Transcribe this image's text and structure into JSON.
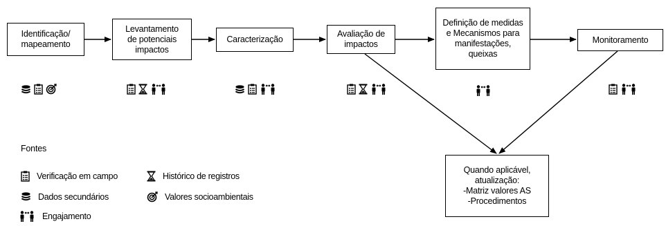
{
  "steps": [
    {
      "label": "Identificação/\nmapeamento",
      "icons": [
        "stack-icon",
        "clipboard-icon",
        "target-icon"
      ]
    },
    {
      "label": "Levantamento\nde potenciais\nimpactos",
      "icons": [
        "clipboard-icon",
        "hourglass-icon",
        "people-icon"
      ]
    },
    {
      "label": "Caracterização",
      "icons": [
        "stack-icon",
        "clipboard-icon",
        "people-icon"
      ]
    },
    {
      "label": "Avaliação de\nimpactos",
      "icons": [
        "clipboard-icon",
        "hourglass-icon",
        "people-icon"
      ]
    },
    {
      "label": "Definição de medidas\ne Mecanismos para\nmanifestações,\nqueixas",
      "icons": [
        "people-icon"
      ]
    },
    {
      "label": "Monitoramento",
      "icons": [
        "clipboard-icon",
        "people-icon"
      ]
    }
  ],
  "result_box": {
    "label": "Quando aplicável,\natualização:\n-Matriz valores AS\n-Procedimentos"
  },
  "legend": {
    "title": "Fontes",
    "items": [
      {
        "icon": "clipboard-icon",
        "label": "Verificação em campo"
      },
      {
        "icon": "hourglass-icon",
        "label": "Histórico de registros"
      },
      {
        "icon": "stack-icon",
        "label": "Dados secundários"
      },
      {
        "icon": "target-icon",
        "label": "Valores socioambientais"
      },
      {
        "icon": "people-icon",
        "label": "Engajamento"
      }
    ]
  }
}
